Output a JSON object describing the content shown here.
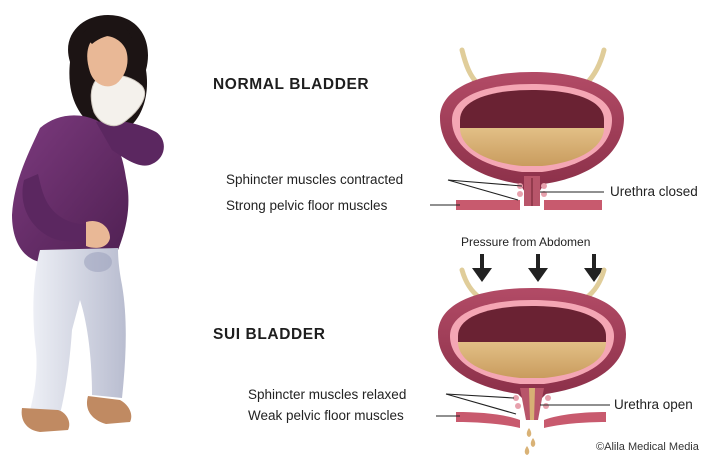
{
  "headings": {
    "normal": "NORMAL BLADDER",
    "sui": "SUI BLADDER"
  },
  "normal_labels": {
    "sphincter": "Sphincter muscles contracted",
    "pelvic_floor": "Strong pelvic floor muscles",
    "urethra": "Urethra closed"
  },
  "sui_labels": {
    "pressure": "Pressure from Abdomen",
    "sphincter": "Sphincter muscles relaxed",
    "pelvic_floor": "Weak pelvic floor muscles",
    "urethra": "Urethra open"
  },
  "credit": "©Alila Medical Media",
  "colors": {
    "bladder_wall": "#9b3a55",
    "bladder_inner": "#f4a6b4",
    "urine": "#d7b074",
    "cavity": "#6a2233",
    "muscle": "#c85a6e",
    "shirt": "#6a2f6b",
    "pants": "#d8dbe6",
    "skin": "#e9b896",
    "hair": "#1c1414"
  }
}
